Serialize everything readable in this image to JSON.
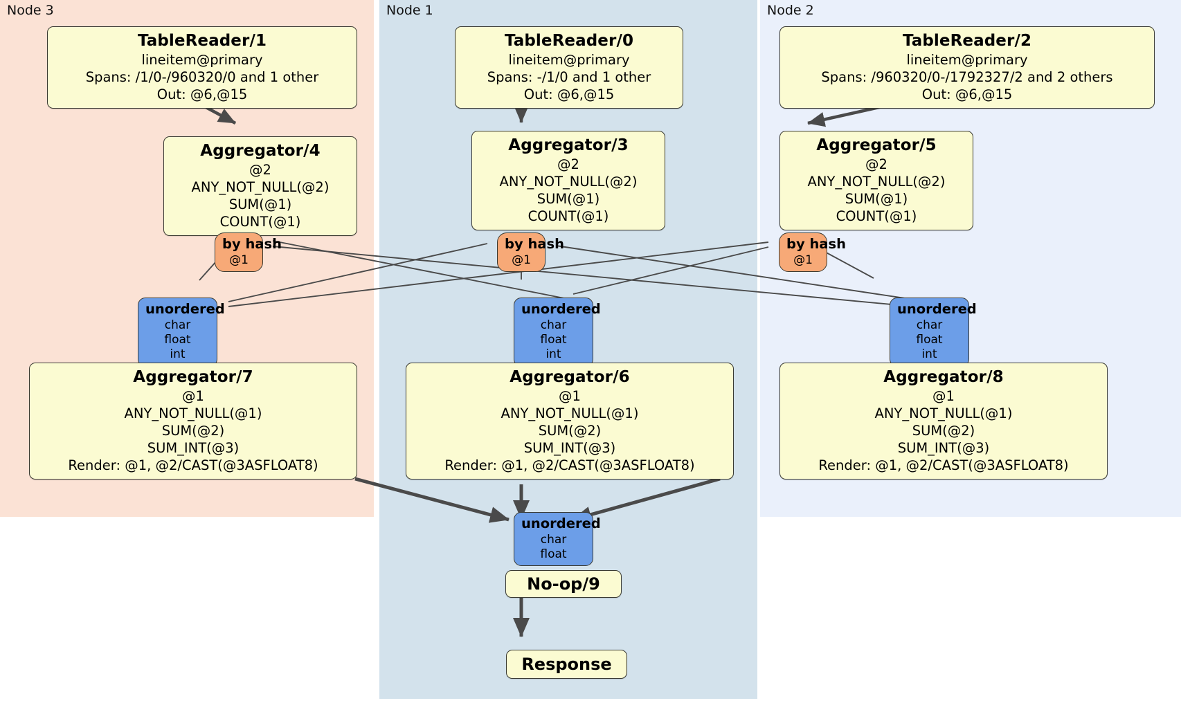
{
  "diagram": {
    "title": "Distributed SQL physical plan",
    "colors": {
      "node3_panel": "#fbe2d5",
      "node1_panel": "#d3e2ec",
      "node2_panel": "#eaf0fb",
      "processor_box": "#fbfbd2",
      "hash_router": "#f7a977",
      "unordered_router": "#6c9ee8",
      "edge": "#4a4a4a",
      "border": "#3a3a32"
    }
  },
  "panels": [
    {
      "id": "node3",
      "label": "Node 3"
    },
    {
      "id": "node1",
      "label": "Node 1"
    },
    {
      "id": "node2",
      "label": "Node 2"
    }
  ],
  "processors": {
    "table_reader_1": {
      "title": "TableReader/1",
      "lines": [
        "lineitem@primary",
        "Spans: /1/0-/960320/0 and 1 other",
        "Out: @6,@15"
      ]
    },
    "table_reader_0": {
      "title": "TableReader/0",
      "lines": [
        "lineitem@primary",
        "Spans: -/1/0 and 1 other",
        "Out: @6,@15"
      ]
    },
    "table_reader_2": {
      "title": "TableReader/2",
      "lines": [
        "lineitem@primary",
        "Spans: /960320/0-/1792327/2 and 2 others",
        "Out: @6,@15"
      ]
    },
    "aggregator_4": {
      "title": "Aggregator/4",
      "lines": [
        "@2",
        "ANY_NOT_NULL(@2)",
        "SUM(@1)",
        "COUNT(@1)"
      ]
    },
    "aggregator_3": {
      "title": "Aggregator/3",
      "lines": [
        "@2",
        "ANY_NOT_NULL(@2)",
        "SUM(@1)",
        "COUNT(@1)"
      ]
    },
    "aggregator_5": {
      "title": "Aggregator/5",
      "lines": [
        "@2",
        "ANY_NOT_NULL(@2)",
        "SUM(@1)",
        "COUNT(@1)"
      ]
    },
    "aggregator_7": {
      "title": "Aggregator/7",
      "lines": [
        "@1",
        "ANY_NOT_NULL(@1)",
        "SUM(@2)",
        "SUM_INT(@3)",
        "Render: @1, @2/CAST(@3ASFLOAT8)"
      ]
    },
    "aggregator_6": {
      "title": "Aggregator/6",
      "lines": [
        "@1",
        "ANY_NOT_NULL(@1)",
        "SUM(@2)",
        "SUM_INT(@3)",
        "Render: @1, @2/CAST(@3ASFLOAT8)"
      ]
    },
    "aggregator_8": {
      "title": "Aggregator/8",
      "lines": [
        "@1",
        "ANY_NOT_NULL(@1)",
        "SUM(@2)",
        "SUM_INT(@3)",
        "Render: @1, @2/CAST(@3ASFLOAT8)"
      ]
    },
    "noop_9": {
      "title": "No-op/9"
    },
    "response": {
      "title": "Response"
    }
  },
  "routers": {
    "hash_left": {
      "title": "by hash",
      "lines": [
        "@1"
      ]
    },
    "hash_center": {
      "title": "by hash",
      "lines": [
        "@1"
      ]
    },
    "hash_right": {
      "title": "by hash",
      "lines": [
        "@1"
      ]
    },
    "unordered_left": {
      "title": "unordered",
      "lines": [
        "char",
        "float",
        "int"
      ]
    },
    "unordered_center": {
      "title": "unordered",
      "lines": [
        "char",
        "float",
        "int"
      ]
    },
    "unordered_right": {
      "title": "unordered",
      "lines": [
        "char",
        "float",
        "int"
      ]
    },
    "unordered_final": {
      "title": "unordered",
      "lines": [
        "char",
        "float"
      ]
    }
  }
}
